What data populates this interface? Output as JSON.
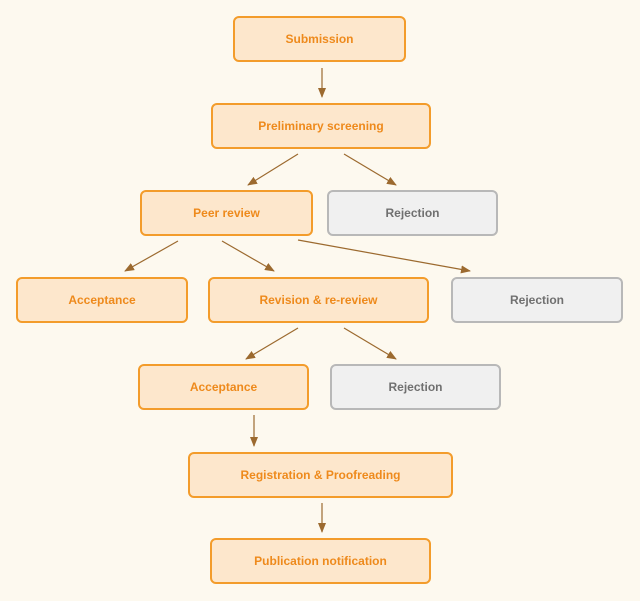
{
  "colors": {
    "background": "#fdf9ef",
    "stage_fill": "#fde7cc",
    "stage_border": "#f39c2b",
    "stage_text": "#ee8a1c",
    "rejection_fill": "#f0f0f0",
    "rejection_border": "#b8b8b8",
    "rejection_text": "#707070",
    "arrow": "#9c6a2f"
  },
  "nodes": {
    "submission": "Submission",
    "preliminary_screening": "Preliminary screening",
    "peer_review": "Peer review",
    "rejection_after_screening": "Rejection",
    "acceptance_after_review": "Acceptance",
    "revision_rereview": "Revision & re-review",
    "rejection_after_review": "Rejection",
    "acceptance_after_revision": "Acceptance",
    "rejection_after_revision": "Rejection",
    "registration_proofreading": "Registration & Proofreading",
    "publication_notification": "Publication notification"
  }
}
